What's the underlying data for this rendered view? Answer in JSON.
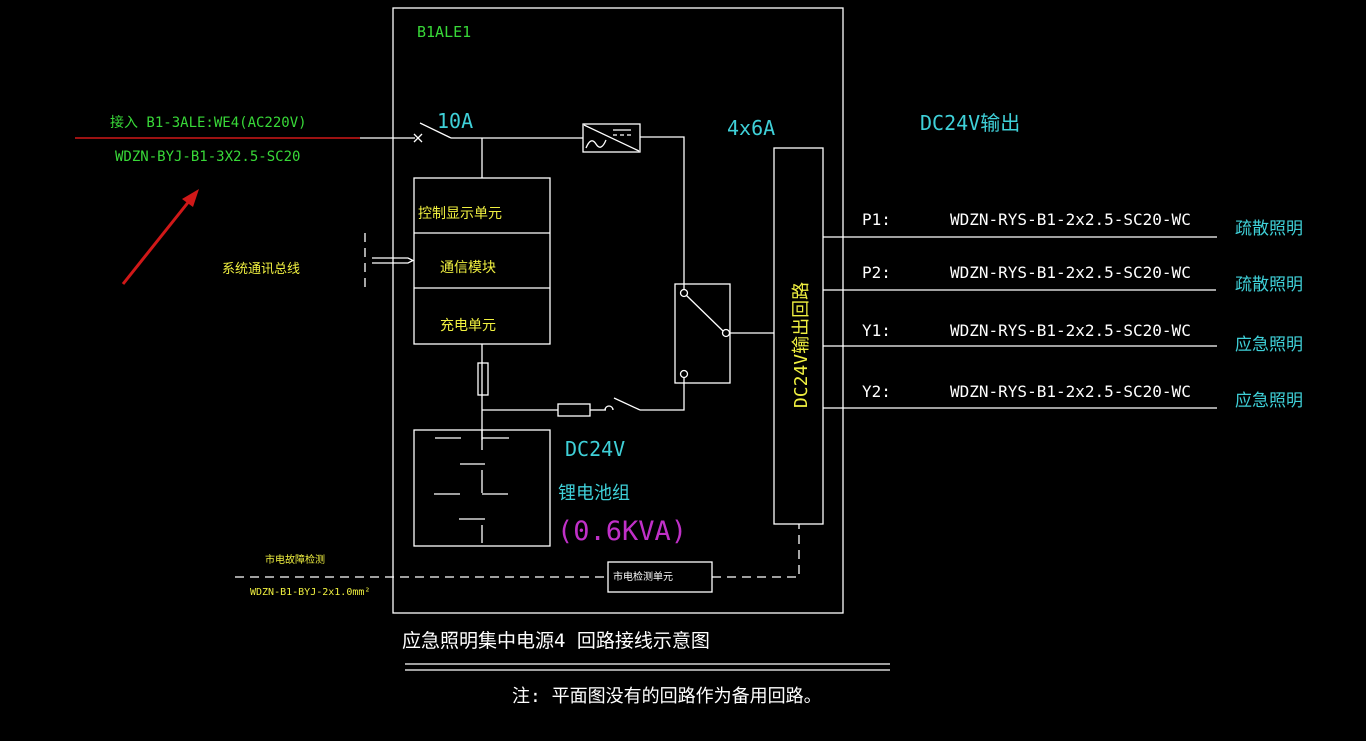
{
  "panel": {
    "name": "B1ALE1"
  },
  "input": {
    "source_label": "接入 B1-3ALE:WE4(AC220V)",
    "cable": "WDZN-BYJ-B1-3X2.5-SC20",
    "breaker": "10A"
  },
  "units": {
    "control": "控制显示单元",
    "comm": "通信模块",
    "charge": "充电单元"
  },
  "comm_bus_label": "系统通讯总线",
  "battery": {
    "voltage": "DC24V",
    "name": "锂电池组",
    "capacity": "(0.6KVA)"
  },
  "output": {
    "rating": "4x6A",
    "title": "DC24V输出",
    "bus_label": "DC24V输出回路",
    "circuits": [
      {
        "id": "P1:",
        "cable": "WDZN-RYS-B1-2x2.5-SC20-WC",
        "use": "疏散照明"
      },
      {
        "id": "P2:",
        "cable": "WDZN-RYS-B1-2x2.5-SC20-WC",
        "use": "疏散照明"
      },
      {
        "id": "Y1:",
        "cable": "WDZN-RYS-B1-2x2.5-SC20-WC",
        "use": "应急照明"
      },
      {
        "id": "Y2:",
        "cable": "WDZN-RYS-B1-2x2.5-SC20-WC",
        "use": "应急照明"
      }
    ]
  },
  "mains_detect": {
    "label": "市电故障检测",
    "cable": "WDZN-B1-BYJ-2x1.0mm²",
    "unit": "市电检测单元"
  },
  "caption": "应急照明集中电源4 回路接线示意图",
  "note": "注: 平面图没有的回路作为备用回路。",
  "colors": {
    "background": "#000000",
    "cyan": "#3fd0d8",
    "yellow": "#f0f040",
    "green": "#38d838",
    "magenta": "#c030c8",
    "red": "#d01818"
  }
}
